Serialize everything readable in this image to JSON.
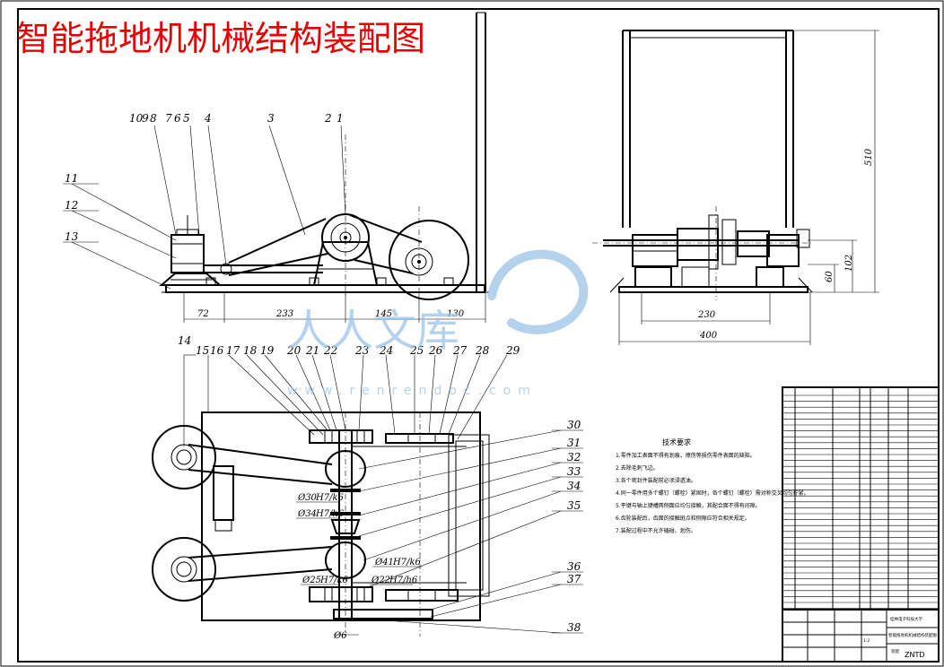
{
  "title": "智能拖地机机械结构装配图",
  "front_view": {
    "part_labels": [
      "10",
      "9",
      "8",
      "7",
      "6",
      "5",
      "4",
      "3",
      "2",
      "1",
      "11",
      "12",
      "13"
    ],
    "dims": [
      "72",
      "233",
      "145",
      "130"
    ]
  },
  "side_view": {
    "dims": [
      "510",
      "102",
      "60",
      "230",
      "400"
    ]
  },
  "top_view": {
    "part_labels": [
      "14",
      "15",
      "16",
      "17",
      "18",
      "19",
      "20",
      "21",
      "22",
      "23",
      "24",
      "25",
      "26",
      "27",
      "28",
      "29",
      "30",
      "31",
      "32",
      "33",
      "34",
      "35",
      "36",
      "37",
      "38"
    ],
    "diam_labels": [
      "Ø30",
      "Ø34",
      "Ø41",
      "Ø25",
      "Ø22",
      "Ø6"
    ],
    "diam_fits": [
      "H7/k6",
      "H7/h6",
      "H7/k6",
      "H7/k6",
      "H7/h6"
    ]
  },
  "tech_req": {
    "title": "技术要求",
    "lines": [
      "1.零件加工表面不得有划痕、擦伤等损伤零件表面的缺陷。",
      "2.去除毛刺飞边。",
      "3.各个密封件装配前必须浸透油。",
      "4.同一零件用多个螺钉（螺栓）紧固时，各个螺钉（螺栓）需对称交叉均匀拧紧。",
      "5.平键与轴上键槽两侧面应均匀接触，其配合面不得有间隙。",
      "6.齿轮装配后，齿面的接触斑点和侧隙应符合相关规定。",
      "7.装配过程中不允许磕碰、划伤。"
    ]
  },
  "watermark": {
    "text": "人人文库",
    "url": "www.renrendoc.com"
  },
  "title_block": {
    "school": "桂林电子科技大学",
    "drawing_name": "智能拖地机机械结构装配图",
    "code": "ZNTD",
    "scale": "1:2",
    "assembly": "装配"
  }
}
